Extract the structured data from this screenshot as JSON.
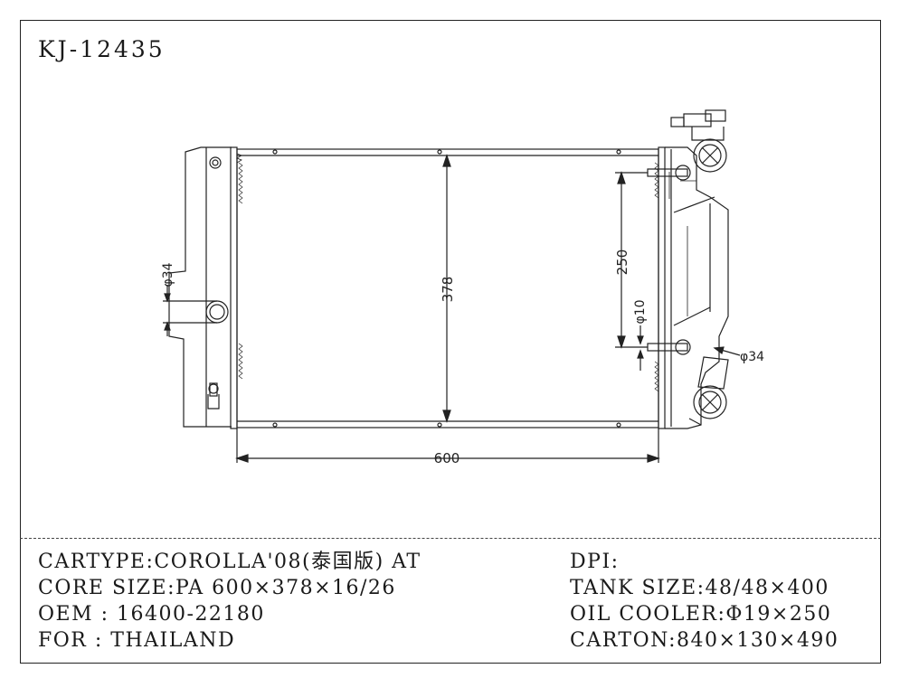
{
  "header": {
    "part_number": "KJ-12435"
  },
  "dimensions": {
    "core_height": "378",
    "core_width": "600",
    "oil_cooler_spacing": "250",
    "oil_cooler_port_diameter": "φ10",
    "left_port_diameter": "φ34",
    "right_port_diameter": "φ34"
  },
  "specs_left": {
    "cartype": "CARTYPE:COROLLA'08(泰国版) AT",
    "core_size": "CORE SIZE:PA 600×378×16/26",
    "oem": "OEM : 16400-22180",
    "market": "FOR : THAILAND"
  },
  "specs_right": {
    "dpi": "DPI:",
    "tank_size": "TANK SIZE:48/48×400",
    "oil_cooler": "OIL COOLER:Φ19×250",
    "carton": "CARTON:840×130×490"
  }
}
